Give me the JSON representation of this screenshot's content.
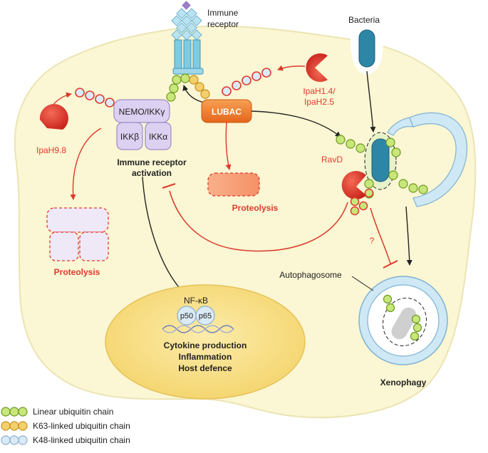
{
  "labels": {
    "immune_receptor_line1": "Immune",
    "immune_receptor_line2": "receptor",
    "bacteria": "Bacteria",
    "nemo": "NEMO/IKKγ",
    "ikk_beta": "IKKβ",
    "ikk_alpha": "IKKα",
    "lubac": "LUBAC",
    "ipah14_line1": "IpaH1.4/",
    "ipah14_line2": "IpaH2.5",
    "ipah98": "IpaH9.8",
    "ravd": "RavD",
    "activation_line1": "Immune receptor",
    "activation_line2": "activation",
    "proteolysis_center": "Proteolysis",
    "proteolysis_left": "Proteolysis",
    "question": "?",
    "autophagosome": "Autophagosome",
    "xenophagy": "Xenophagy",
    "nfkb": "NF-κB",
    "p50": "p50",
    "p65": "p65",
    "outcome_line1": "Cytokine production",
    "outcome_line2": "Inflammation",
    "outcome_line3": "Host defence"
  },
  "legend": [
    {
      "label": "Linear ubiquitin chain",
      "fill": "#c8e67a",
      "stroke": "#6a9a1e"
    },
    {
      "label": "K63-linked ubiquitin chain",
      "fill": "#f3cf6e",
      "stroke": "#c8901a"
    },
    {
      "label": "K48-linked ubiquitin chain",
      "fill": "#dbeaf7",
      "stroke": "#8bb0d0"
    }
  ],
  "colors": {
    "cell": "#fbf6d3",
    "cell_stroke": "#ece4b4",
    "nucleus": "#f7df86",
    "receptor": "#7fcbe0",
    "receptor_top": "#b9e3f0",
    "ikk": "#ddd1f2",
    "ikk_stroke": "#9c8cc9",
    "lubac": "#f07a22",
    "effector": "#e03a2f",
    "arrow_red": "#d93a2b",
    "bacteria": "#2e86a6",
    "autophagosome": "#cfe8f5"
  }
}
